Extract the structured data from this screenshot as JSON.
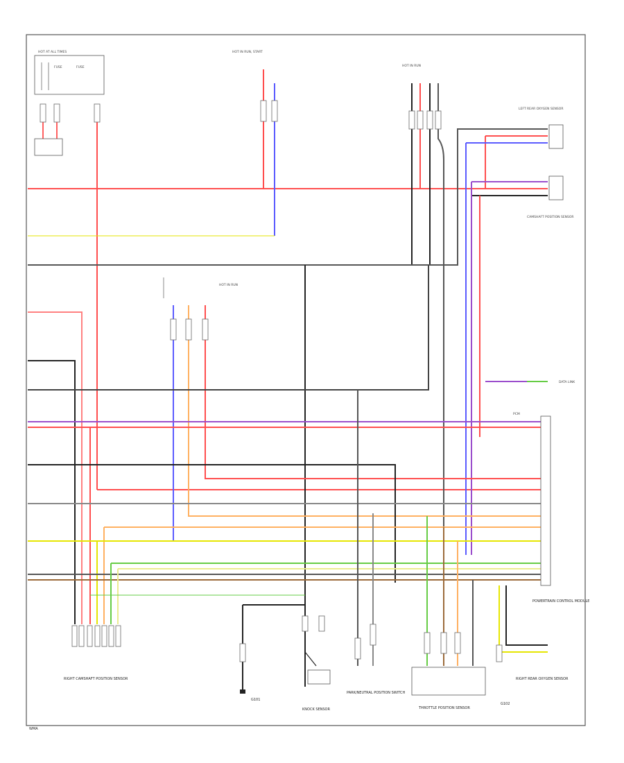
{
  "colors": {
    "red": "#ff4d4d",
    "pink": "#ff9090",
    "blue": "#5a5aff",
    "purple": "#9a4dcc",
    "yellow": "#e6e600",
    "lightyellow": "#ecec90",
    "orange": "#ffb060",
    "green": "#66cc44",
    "black": "#222222",
    "gray": "#888888",
    "brown": "#9b6a3a",
    "violet": "#a060ff"
  },
  "icons": {
    "ground": "ground-icon",
    "connector": "connector-icon",
    "switch": "switch-icon"
  },
  "labels": {
    "corner_tag": "WMA",
    "top_left_fuse": "HOT AT ALL TIMES",
    "top_center_fuse": "HOT IN RUN, START",
    "top_right_fuse": "HOT IN RUN",
    "left_o2_sensor": "LEFT REAR OXYGEN SENSOR",
    "camshaft_sensor": "CAMSHAFT POSITION SENSOR",
    "mid_fuse": "HOT IN RUN",
    "data_link": "DATA LINK",
    "pcm_top": "PCM",
    "pcm_bottom": "POWERTRAIN CONTROL MODULE",
    "bottom_left_component": "RIGHT CAMSHAFT POSITION SENSOR",
    "ground_left": "G101",
    "knock_sensor": "KNOCK SENSOR",
    "park_neutral": "PARK/NEUTRAL POSITION SWITCH",
    "throttle_sensor": "THROTTLE POSITION SENSOR",
    "right_o2_sensor": "RIGHT REAR OXYGEN SENSOR",
    "ground_right": "G102"
  }
}
